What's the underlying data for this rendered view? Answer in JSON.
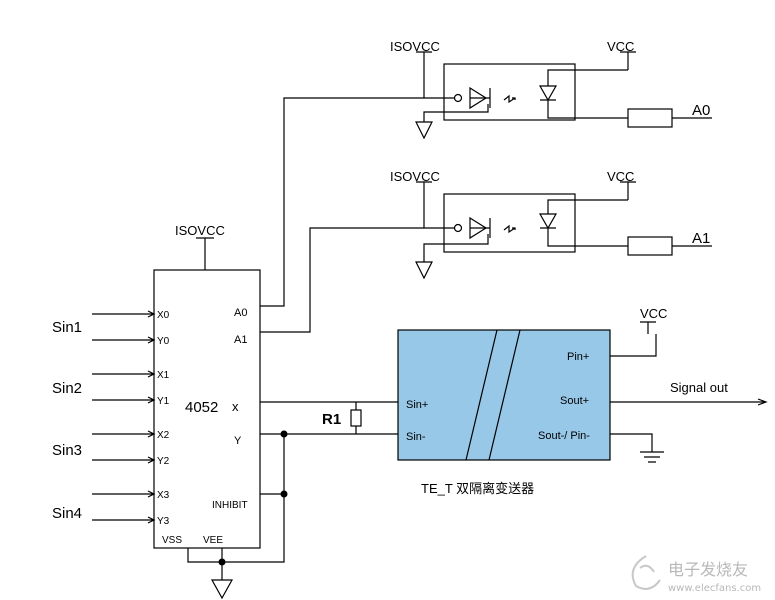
{
  "supply": {
    "isovcc_top": "ISOVCC",
    "vcc_top": "VCC",
    "isovcc_mid": "ISOVCC",
    "vcc_mid": "VCC",
    "isovcc_mux": "ISOVCC",
    "vcc_transmitter": "VCC"
  },
  "outputs": {
    "a0": "A0",
    "a1": "A1"
  },
  "mux": {
    "part": "4052",
    "x_pin": "x",
    "y_pin": "Y",
    "pin_x0": "X0",
    "pin_y0": "Y0",
    "pin_x1": "X1",
    "pin_y1": "Y1",
    "pin_x2": "X2",
    "pin_y2": "Y2",
    "pin_x3": "X3",
    "pin_y3": "Y3",
    "pin_a0": "A0",
    "pin_a1": "A1",
    "inhibit": "INHIBIT",
    "vss": "VSS",
    "vee": "VEE"
  },
  "inputs": {
    "sin1": "Sin1",
    "sin2": "Sin2",
    "sin3": "Sin3",
    "sin4": "Sin4"
  },
  "resistor": {
    "label": "R1"
  },
  "transmitter": {
    "fill": "#98c8e8",
    "sin_plus": "Sin+",
    "sin_minus": "Sin-",
    "pin_plus": "Pin+",
    "sout_plus": "Sout+",
    "sout_minus_pin_minus": "Sout-/ Pin-",
    "caption": "TE_T 双隔离变送器"
  },
  "signal_out": "Signal out",
  "watermark": {
    "brand": "电子发烧友",
    "url": "www.elecfans.com"
  }
}
